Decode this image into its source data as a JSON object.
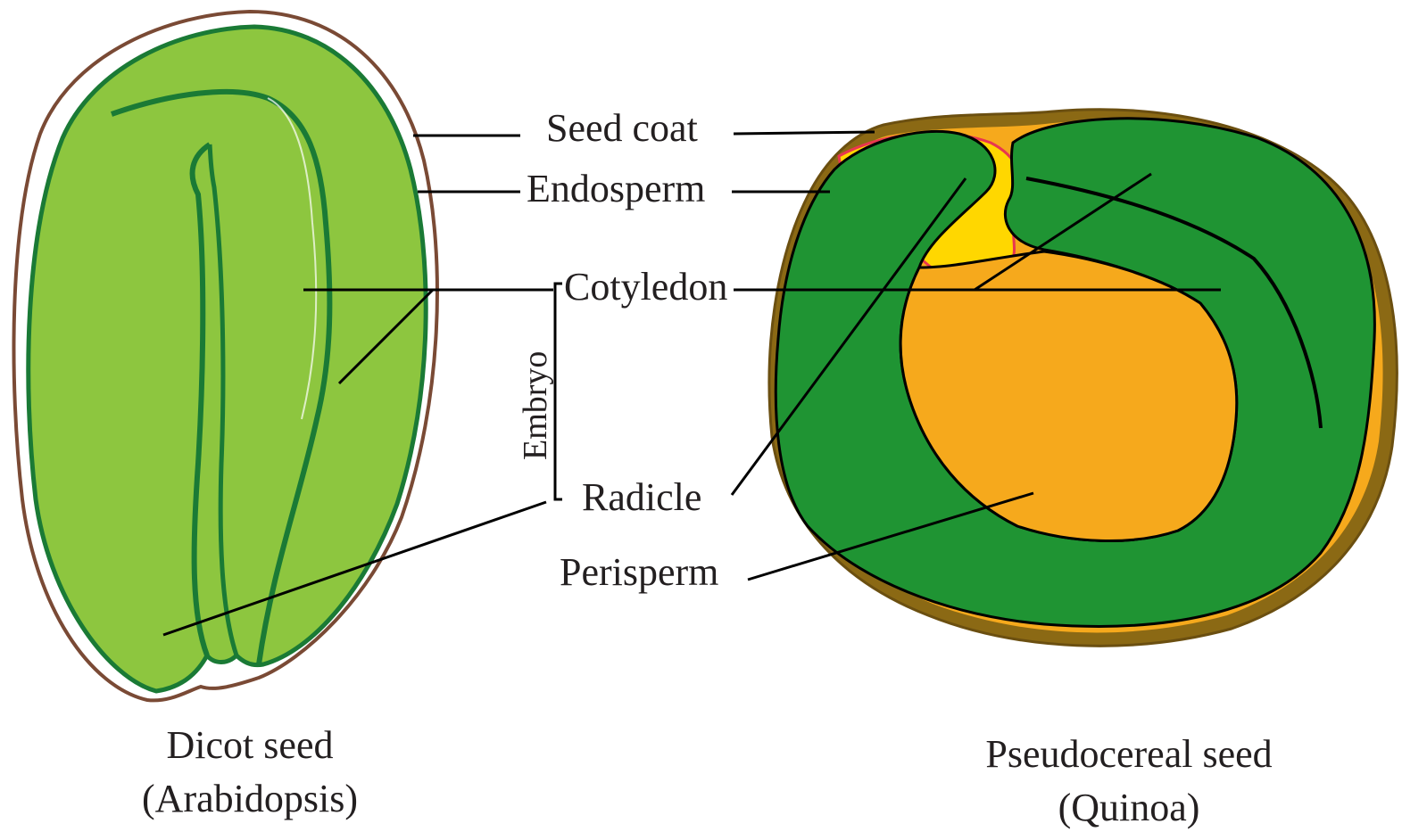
{
  "labels": {
    "seed_coat": "Seed coat",
    "endosperm": "Endosperm",
    "cotyledon": "Cotyledon",
    "embryo": "Embryo",
    "radicle": "Radicle",
    "perisperm": "Perisperm"
  },
  "captions": {
    "dicot_line1": "Dicot seed",
    "dicot_line2": "(Arabidopsis)",
    "pseudo_line1": "Pseudocereal seed",
    "pseudo_line2": "(Quinoa)"
  },
  "colors": {
    "dicot_seed_coat": "#7a4a35",
    "dicot_embryo_fill": "#8dc63f",
    "embryo_outline": "#1a7a35",
    "quinoa_seed_coat": "#8b6914",
    "quinoa_embryo_fill": "#1f9433",
    "endosperm_yellow": "#ffd700",
    "endosperm_outline": "#e8364f",
    "perisperm_orange": "#f6a91c"
  }
}
